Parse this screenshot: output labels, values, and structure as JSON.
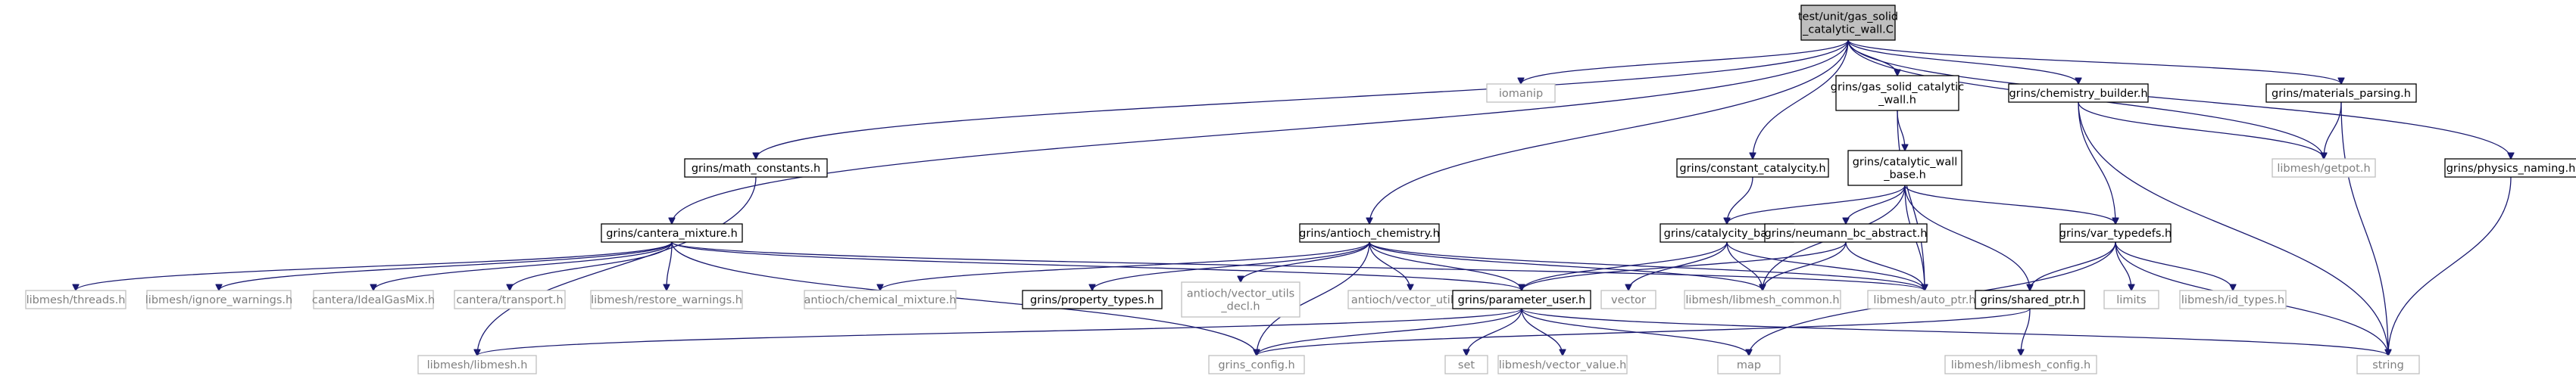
{
  "graph": {
    "root": "test/unit/gas_solid_catalytic_wall.C",
    "nodes": {
      "root": "test/unit/gas_solid\n_catalytic_wall.C",
      "iomanip": "iomanip",
      "gas_solid_h": "grins/gas_solid_catalytic\n_wall.h",
      "chem_builder": "grins/chemistry_builder.h",
      "mat_parsing": "grins/materials_parsing.h",
      "math_const": "grins/math_constants.h",
      "const_catal": "grins/constant_catalycity.h",
      "catal_wall_base": "grins/catalytic_wall\n_base.h",
      "getpot": "libmesh/getpot.h",
      "physics_naming": "grins/physics_naming.h",
      "cantera_mix": "grins/cantera_mixture.h",
      "antioch_chem": "grins/antioch_chemistry.h",
      "catalycity_base": "grins/catalycity_base.h",
      "neumann_bc": "grins/neumann_bc_abstract.h",
      "var_typedefs": "grins/var_typedefs.h",
      "threads": "libmesh/threads.h",
      "ignore_warn": "libmesh/ignore_warnings.h",
      "ideal_gas": "cantera/IdealGasMix.h",
      "transport": "cantera/transport.h",
      "restore_warn": "libmesh/restore_warnings.h",
      "antioch_mix": "antioch/chemical_mixture.h",
      "property_types": "grins/property_types.h",
      "vector_utils_decl": "antioch/vector_utils\n_decl.h",
      "vector_utils": "antioch/vector_utils.h",
      "param_user": "grins/parameter_user.h",
      "vector": "vector",
      "libmesh_common": "libmesh/libmesh_common.h",
      "auto_ptr": "libmesh/auto_ptr.h",
      "shared_ptr": "grins/shared_ptr.h",
      "limits": "limits",
      "id_types": "libmesh/id_types.h",
      "string": "string",
      "libmesh_h": "libmesh/libmesh.h",
      "grins_config": "grins_config.h",
      "set": "set",
      "vector_value": "libmesh/vector_value.h",
      "map": "map",
      "libmesh_config": "libmesh/libmesh_config.h"
    },
    "edges": [
      [
        "root",
        "iomanip"
      ],
      [
        "root",
        "gas_solid_h"
      ],
      [
        "root",
        "chem_builder"
      ],
      [
        "root",
        "mat_parsing"
      ],
      [
        "root",
        "math_const"
      ],
      [
        "root",
        "const_catal"
      ],
      [
        "root",
        "getpot"
      ],
      [
        "root",
        "physics_naming"
      ],
      [
        "root",
        "cantera_mix"
      ],
      [
        "root",
        "antioch_chem"
      ],
      [
        "gas_solid_h",
        "catal_wall_base"
      ],
      [
        "gas_solid_h",
        "auto_ptr"
      ],
      [
        "chem_builder",
        "getpot"
      ],
      [
        "chem_builder",
        "var_typedefs"
      ],
      [
        "chem_builder",
        "string"
      ],
      [
        "mat_parsing",
        "getpot"
      ],
      [
        "mat_parsing",
        "string"
      ],
      [
        "physics_naming",
        "string"
      ],
      [
        "math_const",
        "libmesh_h"
      ],
      [
        "const_catal",
        "catalycity_base"
      ],
      [
        "catal_wall_base",
        "catalycity_base"
      ],
      [
        "catal_wall_base",
        "neumann_bc"
      ],
      [
        "catal_wall_base",
        "var_typedefs"
      ],
      [
        "catal_wall_base",
        "libmesh_common"
      ],
      [
        "catal_wall_base",
        "auto_ptr"
      ],
      [
        "catal_wall_base",
        "shared_ptr"
      ],
      [
        "cantera_mix",
        "threads"
      ],
      [
        "cantera_mix",
        "ignore_warn"
      ],
      [
        "cantera_mix",
        "ideal_gas"
      ],
      [
        "cantera_mix",
        "transport"
      ],
      [
        "cantera_mix",
        "restore_warn"
      ],
      [
        "cantera_mix",
        "param_user"
      ],
      [
        "cantera_mix",
        "grins_config"
      ],
      [
        "cantera_mix",
        "auto_ptr"
      ],
      [
        "antioch_chem",
        "antioch_mix"
      ],
      [
        "antioch_chem",
        "property_types"
      ],
      [
        "antioch_chem",
        "vector_utils_decl"
      ],
      [
        "antioch_chem",
        "vector_utils"
      ],
      [
        "antioch_chem",
        "param_user"
      ],
      [
        "antioch_chem",
        "libmesh_common"
      ],
      [
        "antioch_chem",
        "auto_ptr"
      ],
      [
        "antioch_chem",
        "grins_config"
      ],
      [
        "catalycity_base",
        "param_user"
      ],
      [
        "catalycity_base",
        "vector"
      ],
      [
        "catalycity_base",
        "libmesh_common"
      ],
      [
        "catalycity_base",
        "auto_ptr"
      ],
      [
        "neumann_bc",
        "param_user"
      ],
      [
        "neumann_bc",
        "libmesh_common"
      ],
      [
        "neumann_bc",
        "auto_ptr"
      ],
      [
        "var_typedefs",
        "shared_ptr"
      ],
      [
        "var_typedefs",
        "limits"
      ],
      [
        "var_typedefs",
        "id_types"
      ],
      [
        "var_typedefs",
        "string"
      ],
      [
        "var_typedefs",
        "map"
      ],
      [
        "param_user",
        "libmesh_h"
      ],
      [
        "param_user",
        "grins_config"
      ],
      [
        "param_user",
        "set"
      ],
      [
        "param_user",
        "vector_value"
      ],
      [
        "param_user",
        "map"
      ],
      [
        "param_user",
        "string"
      ],
      [
        "shared_ptr",
        "grins_config"
      ],
      [
        "shared_ptr",
        "libmesh_config"
      ]
    ]
  }
}
